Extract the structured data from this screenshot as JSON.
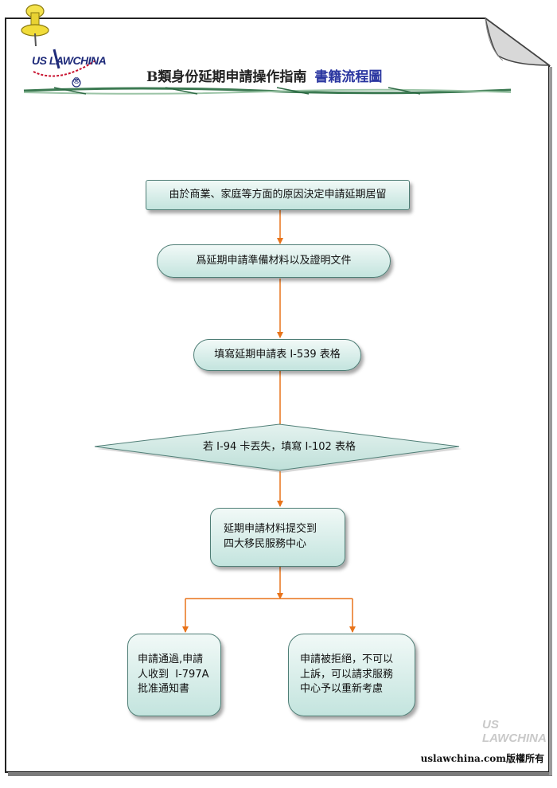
{
  "header": {
    "logo_text": "US LAWCHINA",
    "logo_mark": "®",
    "title": "B類身份延期申請操作指南",
    "subtitle": "書籍流程圖",
    "pin_icon": "pushpin-icon"
  },
  "flow": {
    "step1": "由於商業、家庭等方面的原因決定申請延期居留",
    "step2": "爲延期申請準備材料以及證明文件",
    "step3": "填寫延期申請表 I-539 表格",
    "decision": "若 I-94 卡丟失，填寫 I-102 表格",
    "step4_line1": "延期申請材料提交到",
    "step4_line2": "四大移民服務中心",
    "approved_line1": "申請通過,申請",
    "approved_line2": "人收到  I-797A",
    "approved_line3": "批准通知書",
    "rejected_line1": "申請被拒絕，不可以",
    "rejected_line2": "上訴，可以請求服務",
    "rejected_line3": "中心予以重新考慮"
  },
  "footer": {
    "watermark": "US LAWCHINA",
    "copyright": "uslawchina.com版權所有"
  },
  "colors": {
    "node_fill_top": "#f1f9f7",
    "node_fill_bottom": "#c3e4de",
    "connector": "#e8731a",
    "title_accent": "#2a36a0"
  }
}
